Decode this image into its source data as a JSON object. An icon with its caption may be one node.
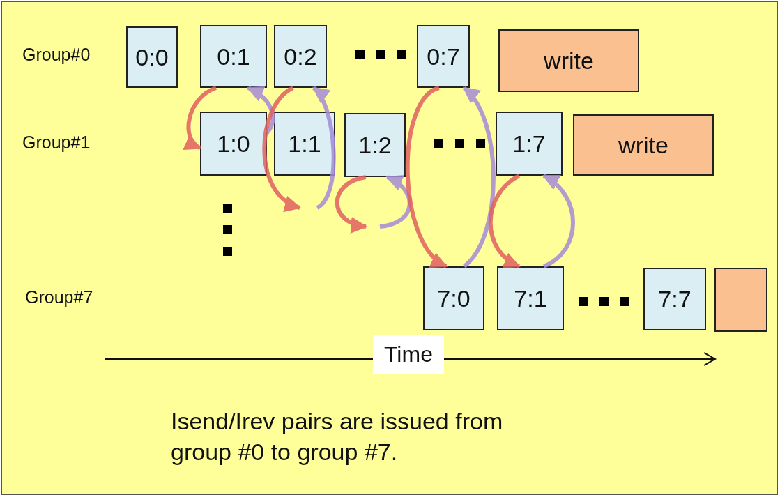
{
  "diagram": {
    "caption": "Isend/Irev pairs are issued from group #0 to group #7.",
    "nodes": [
      {
        "text": [
          "0:0"
        ]
      },
      {
        "text": [
          "0:1"
        ]
      },
      {
        "text": [
          "0:2"
        ]
      },
      {
        "text": [
          "0:7"
        ]
      },
      {
        "text": [
          "write"
        ]
      },
      {
        "text": [
          "1:0"
        ]
      },
      {
        "text": [
          "1:1"
        ]
      },
      {
        "text": [
          "1:2"
        ]
      },
      {
        "text": [
          "1:7"
        ]
      },
      {
        "text": [
          "write"
        ]
      },
      {
        "text": [
          "7:0"
        ]
      },
      {
        "text": [
          "7:1"
        ]
      },
      {
        "text": [
          "7:7"
        ]
      },
      {
        "text": [],
        "shape": "box"
      }
    ],
    "edges": [
      {
        "from": 1,
        "to": 5,
        "arrow": "to",
        "color": "#e06060"
      },
      {
        "from": 5,
        "to": 1,
        "arrow": "to",
        "color": "#a58bd8"
      },
      {
        "from": 2,
        "to": null,
        "arrow": "to",
        "color": "#e06060"
      },
      {
        "from": null,
        "to": 2,
        "arrow": "to",
        "color": "#a58bd8"
      },
      {
        "from": 7,
        "to": null,
        "arrow": "to",
        "color": "#e06060"
      },
      {
        "from": null,
        "to": 7,
        "arrow": "to",
        "color": "#a58bd8"
      },
      {
        "from": 3,
        "to": 10,
        "arrow": "to",
        "color": "#e06060"
      },
      {
        "from": 10,
        "to": 3,
        "arrow": "to",
        "color": "#a58bd8"
      },
      {
        "from": 8,
        "to": 11,
        "arrow": "to",
        "color": "#e06060"
      },
      {
        "from": 11,
        "to": 8,
        "arrow": "to",
        "color": "#a58bd8"
      }
    ],
    "labels": [
      "Group#0",
      "Group#1",
      "Group#7",
      "Time"
    ]
  }
}
